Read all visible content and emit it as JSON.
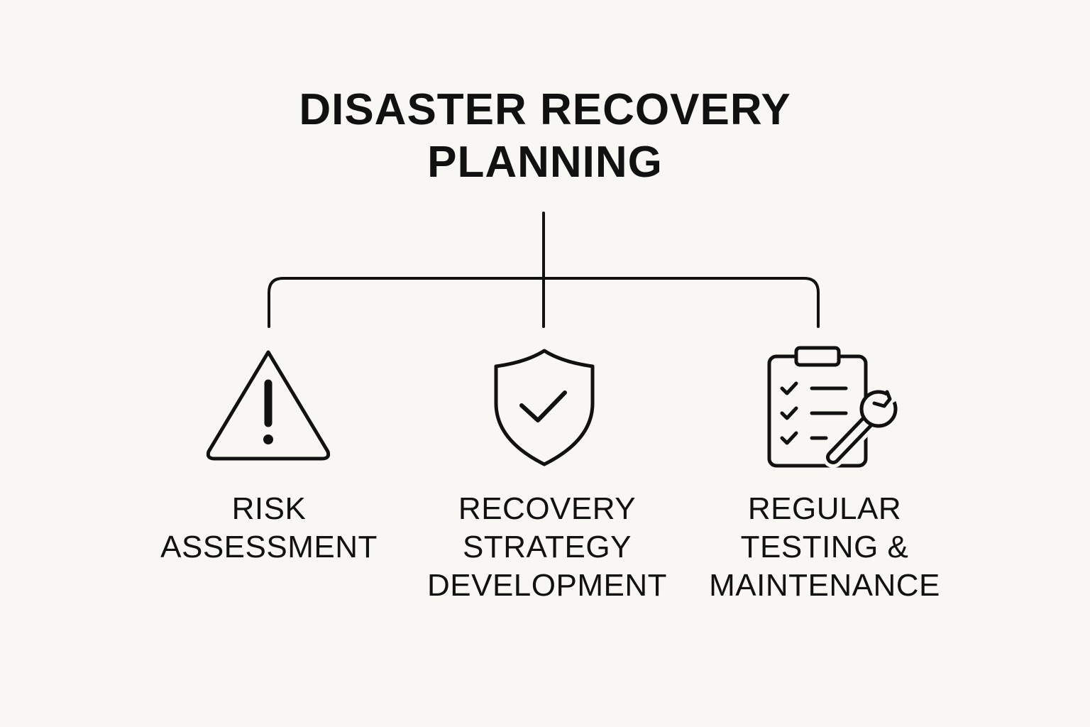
{
  "diagram": {
    "title_lines": [
      "DISASTER RECOVERY",
      "PLANNING"
    ],
    "branches": [
      {
        "label_lines": [
          "RISK",
          "ASSESSMENT"
        ],
        "icon": "warning-triangle-icon"
      },
      {
        "label_lines": [
          "RECOVERY",
          "STRATEGY",
          "DEVELOPMENT"
        ],
        "icon": "shield-check-icon"
      },
      {
        "label_lines": [
          "REGULAR",
          "TESTING &",
          "MAINTENANCE"
        ],
        "icon": "clipboard-wrench-icon"
      }
    ],
    "colors": {
      "background": "#f9f7f3",
      "ink": "#111111"
    }
  }
}
